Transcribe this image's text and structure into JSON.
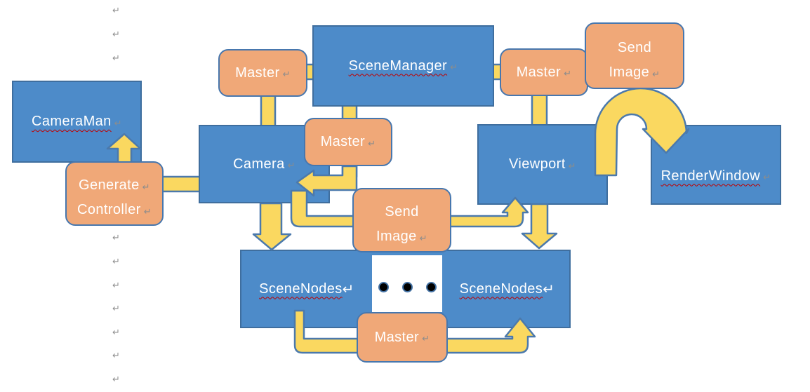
{
  "palette": {
    "box_blue_fill": "#4D8BC9",
    "box_blue_border": "#3F6E9E",
    "box_orange_fill": "#F0A878",
    "box_orange_border": "#4777AE",
    "arrow_yellow_fill": "#FAD860",
    "arrow_yellow_border": "#4B79AC",
    "label_text": "#FFFFFF",
    "spellcheck_squiggle": "#C00000",
    "formatting_mark": "#8C8C8C",
    "page_background": "#FFFFFF",
    "ellipsis_dot": "#000000"
  },
  "marks": {
    "return_glyph": "↵"
  },
  "boxes": {
    "cameraman": {
      "label": "CameraMan",
      "misspelled": true
    },
    "scenemanager": {
      "label": "SceneManager",
      "misspelled": true
    },
    "camera": {
      "label": "Camera",
      "misspelled": false
    },
    "viewport": {
      "label": "Viewport",
      "misspelled": false
    },
    "renderwindow": {
      "label": "RenderWindow",
      "misspelled": true
    },
    "scenenodes_left": {
      "label": "SceneNodes",
      "misspelled": true
    },
    "scenenodes_right": {
      "label": "SceneNodes",
      "misspelled": true
    },
    "master_top_left": {
      "label": "Master"
    },
    "master_middle": {
      "label": "Master"
    },
    "master_top_right": {
      "label": "Master"
    },
    "master_bottom": {
      "label": "Master"
    },
    "send_image_top": {
      "line1": "Send",
      "line2": "Image"
    },
    "send_image_middle": {
      "line1": "Send",
      "line2": "Image"
    },
    "generate_controller": {
      "line1": "Generate",
      "line2": "Controller"
    }
  },
  "ellipsis": {
    "dot_count": 3
  },
  "edges": [
    {
      "from": "Generate Controller",
      "to": "CameraMan",
      "type": "arrow-up"
    },
    {
      "from": "Generate Controller",
      "to": "Camera",
      "type": "connector"
    },
    {
      "from": "Master (top-left)",
      "to": "SceneManager",
      "type": "connector"
    },
    {
      "from": "Master (top-left)",
      "to": "Camera",
      "type": "connector"
    },
    {
      "from": "SceneManager",
      "to": "Camera",
      "type": "arrow-left",
      "via": "Master (middle)"
    },
    {
      "from": "Camera",
      "to": "SceneNodes (left)",
      "type": "arrow-down"
    },
    {
      "from": "Camera",
      "to": "Viewport",
      "type": "arrow-up",
      "via": "Send Image (middle)"
    },
    {
      "from": "SceneManager",
      "to": "Master (top-right)",
      "type": "connector"
    },
    {
      "from": "Master (top-right)",
      "to": "Viewport",
      "type": "connector"
    },
    {
      "from": "Send Image (top)",
      "to": "RenderWindow",
      "type": "u-turn-arrow-down"
    },
    {
      "from": "Viewport",
      "to": "SceneNodes (right)",
      "type": "arrow-down"
    },
    {
      "from": "SceneNodes (left)",
      "to": "SceneNodes (right)",
      "type": "arrow-up",
      "via": "Master (bottom)"
    }
  ]
}
